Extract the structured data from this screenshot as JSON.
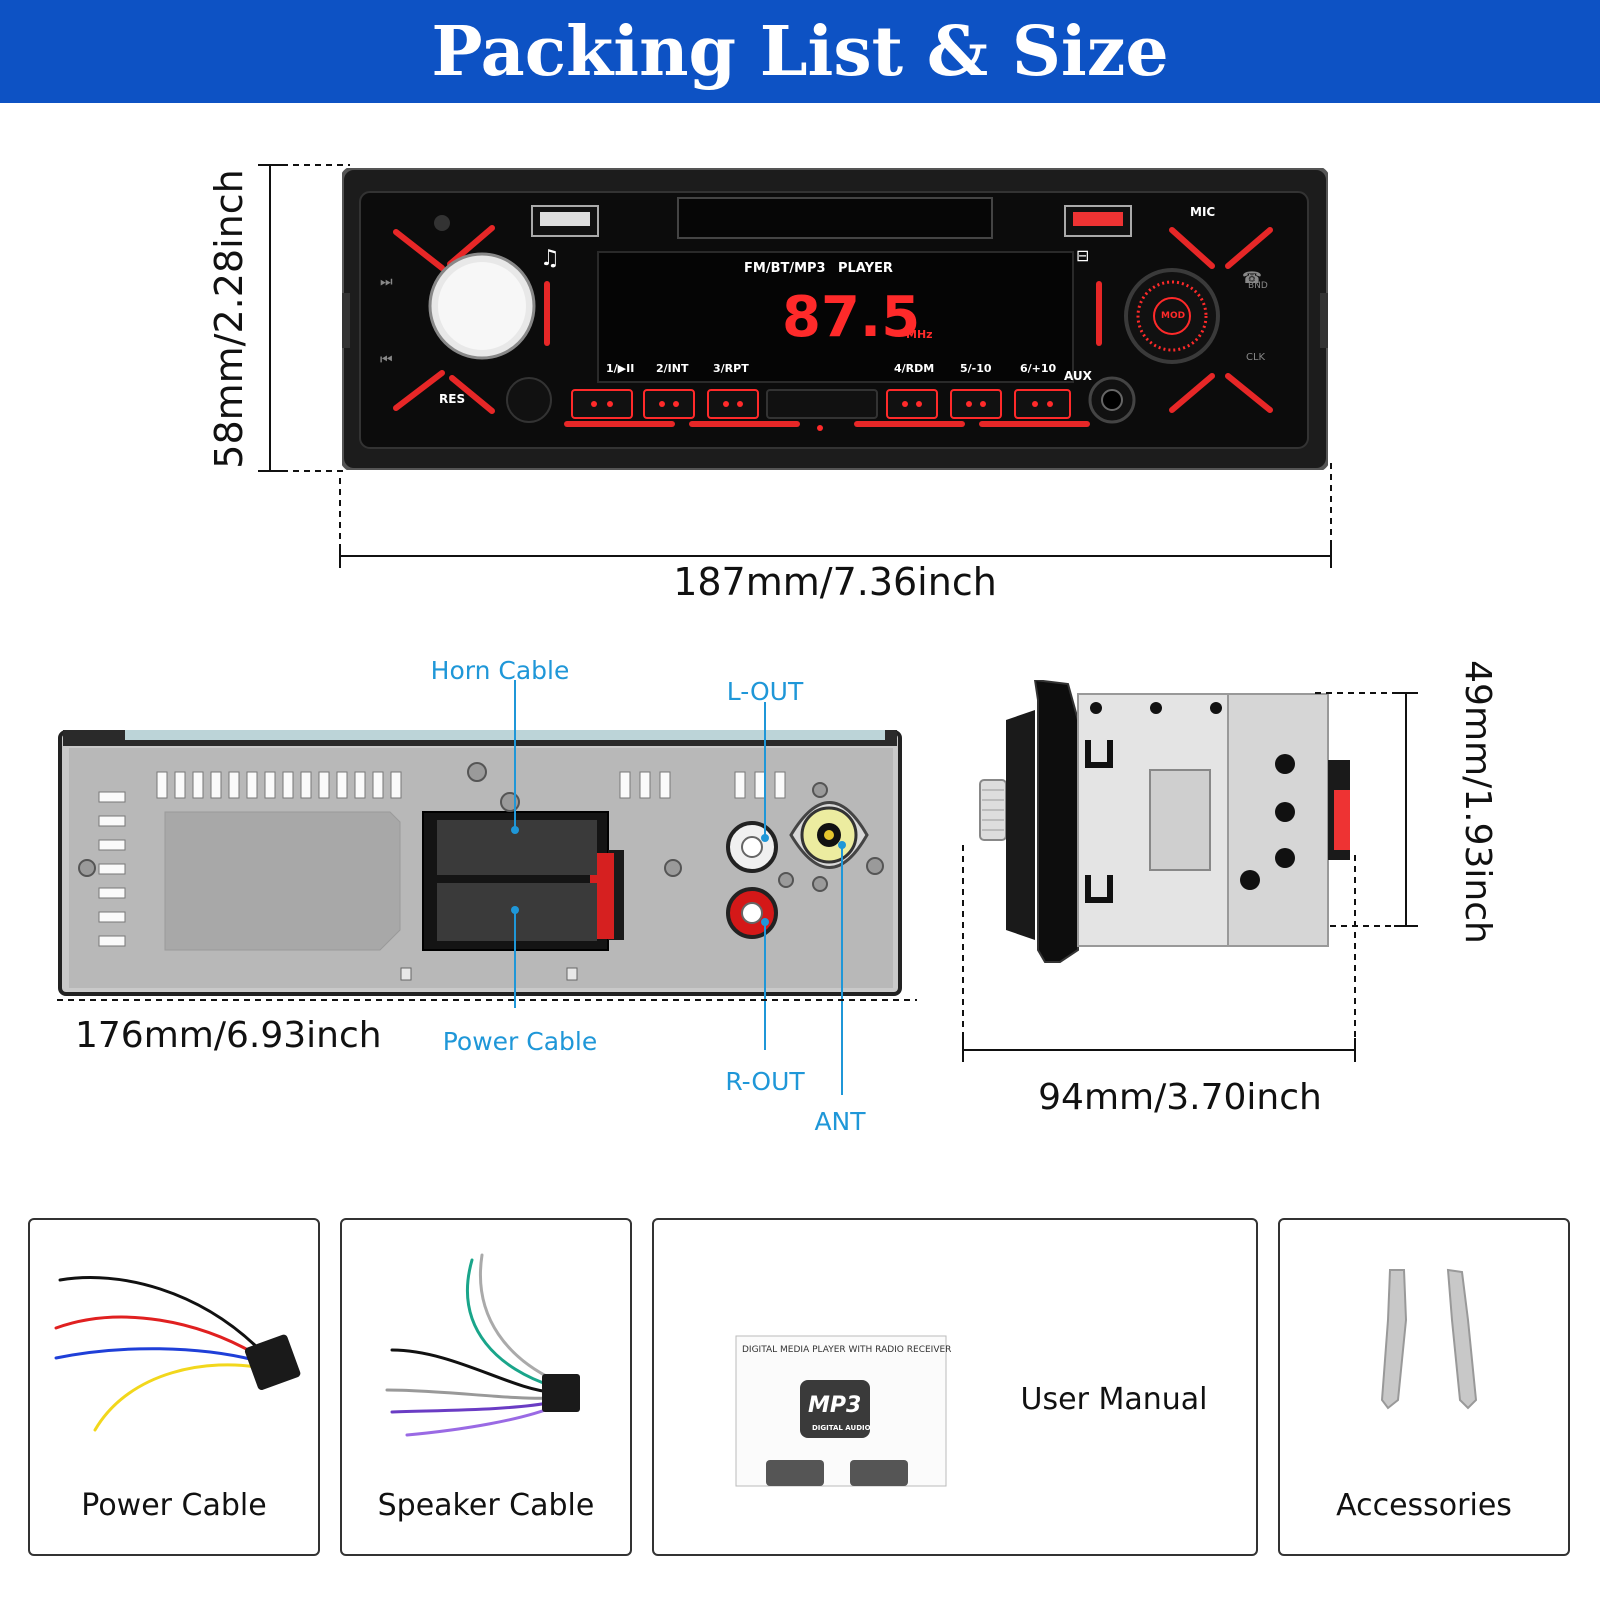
{
  "header": {
    "title": "Packing List & Size"
  },
  "front_view": {
    "height_label": "58mm/2.28inch",
    "width_label": "187mm/7.36inch",
    "panel_text": {
      "mic": "MIC",
      "source": "FM/BT/MP3",
      "player": "PLAYER",
      "frequency": "87.5",
      "unit": "MHz",
      "res": "RES",
      "aux": "AUX",
      "bnd": "BND",
      "clk": "CLK",
      "mod": "MOD",
      "buttons": [
        "1/▶II",
        "2/INT",
        "3/RPT",
        "4/RDM",
        "5/-10",
        "6/+10"
      ]
    },
    "accent_color": "#ff2a2a"
  },
  "rear_view": {
    "width_label": "176mm/6.93inch",
    "callouts": {
      "horn": "Horn Cable",
      "power": "Power Cable",
      "l_out": "L-OUT",
      "r_out": "R-OUT",
      "ant": "ANT"
    },
    "callout_color": "#1f97d8"
  },
  "side_view": {
    "height_label": "49mm/1.93inch",
    "depth_label": "94mm/3.70inch"
  },
  "items": [
    {
      "label": "Power Cable"
    },
    {
      "label": "Speaker Cable"
    },
    {
      "label": "User Manual",
      "manual_header": "DIGITAL MEDIA PLAYER WITH RADIO RECEIVER",
      "manual_logo": "MP3",
      "manual_logo_sub": "DIGITAL AUDIO"
    },
    {
      "label": "Accessories"
    }
  ]
}
